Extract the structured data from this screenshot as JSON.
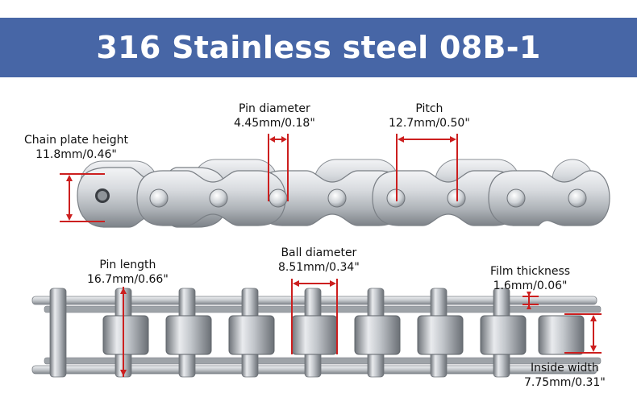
{
  "header": {
    "title": "316 Stainless steel 08B-1"
  },
  "colors": {
    "banner": "#4766a6",
    "dimension_line": "#cc1f1f",
    "steel_light": "#eef0f2",
    "steel_mid": "#b9bdc2",
    "steel_dark": "#6e7379"
  },
  "annotations": {
    "chain_plate_height": {
      "label": "Chain plate height",
      "value": "11.8mm/0.46\""
    },
    "pin_diameter": {
      "label": "Pin diameter",
      "value": "4.45mm/0.18\""
    },
    "pitch": {
      "label": "Pitch",
      "value": "12.7mm/0.50\""
    },
    "pin_length": {
      "label": "Pin length",
      "value": "16.7mm/0.66\""
    },
    "ball_diameter": {
      "label": "Ball diameter",
      "value": "8.51mm/0.34\""
    },
    "film_thickness": {
      "label": "Film thickness",
      "value": "1.6mm/0.06\""
    },
    "inside_width": {
      "label": "Inside width",
      "value": "7.75mm/0.31\""
    }
  }
}
